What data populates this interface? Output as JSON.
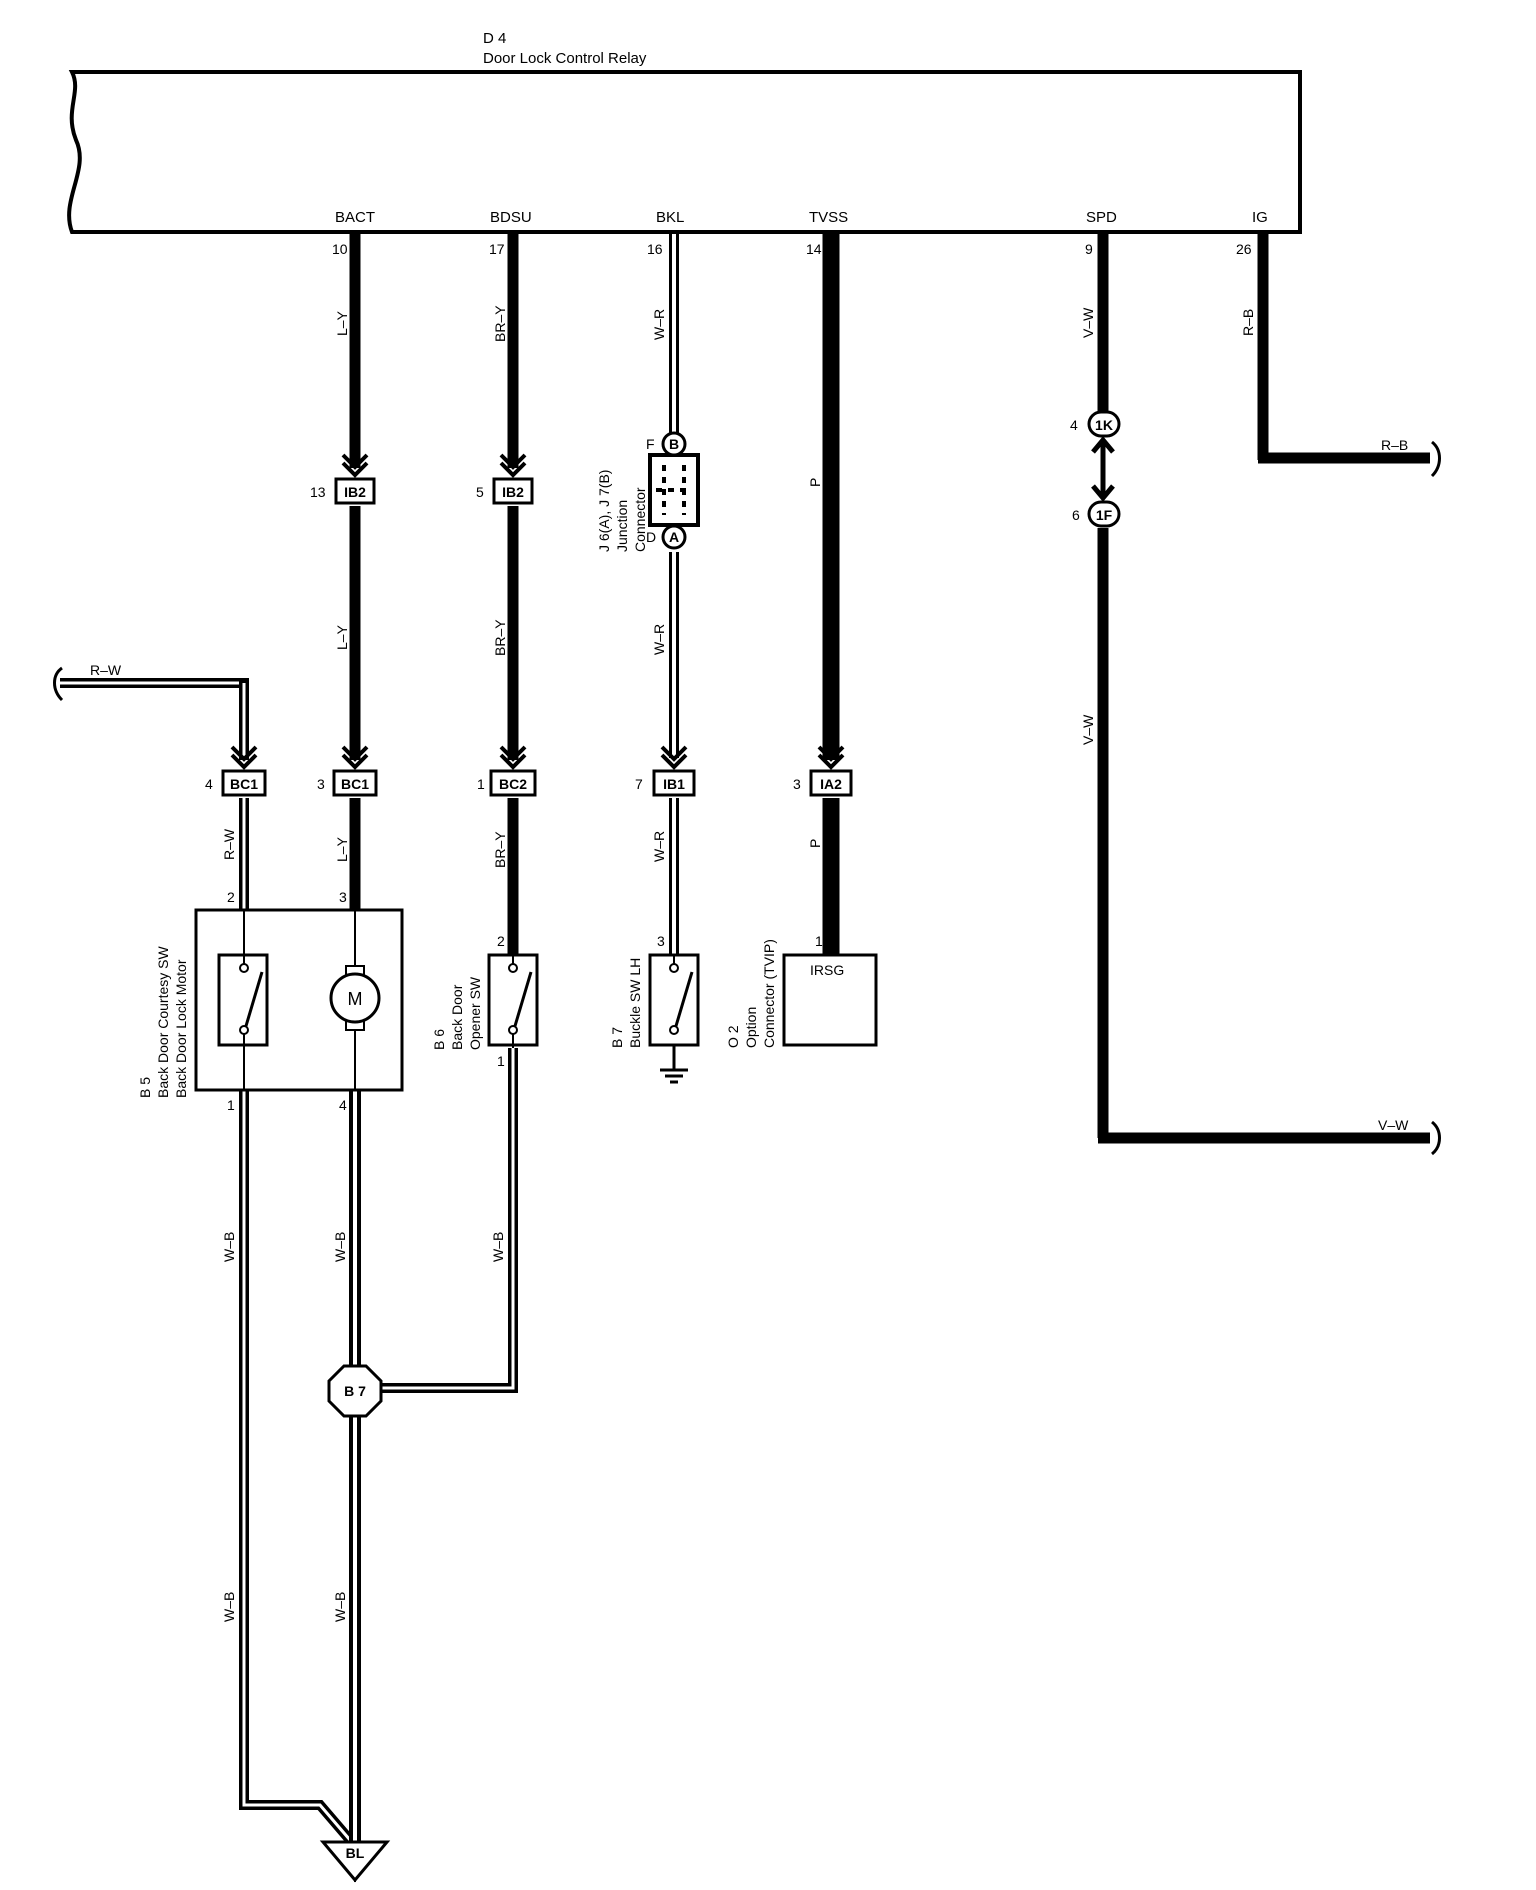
{
  "relay": {
    "code": "D 4",
    "name": "Door Lock Control Relay"
  },
  "terminals": [
    {
      "name": "BACT",
      "pin": "10"
    },
    {
      "name": "BDSU",
      "pin": "17"
    },
    {
      "name": "BKL",
      "pin": "16"
    },
    {
      "name": "TVSS",
      "pin": "14"
    },
    {
      "name": "SPD",
      "pin": "9"
    },
    {
      "name": "IG",
      "pin": "26"
    }
  ],
  "wires": {
    "ly": "L–Y",
    "bry": "BR–Y",
    "wr": "W–R",
    "p": "P",
    "vw": "V–W",
    "rb": "R–B",
    "rw": "R–W",
    "wb": "W–B"
  },
  "connectors": {
    "ib2": "IB2",
    "bc1": "BC1",
    "bc2": "BC2",
    "ib1": "IB1",
    "ia2": "IA2",
    "k1": "1K",
    "f1": "1F",
    "b7": "B 7",
    "bl": "BL",
    "jb": "B",
    "ja": "A"
  },
  "pins": {
    "ib2_bact": "13",
    "ib2_bdsu": "5",
    "bc1_rw": "4",
    "bc1_ly": "3",
    "bc2": "1",
    "ib1": "7",
    "ia2": "3",
    "k1": "4",
    "f1": "6",
    "jf": "F",
    "jd": "D",
    "b5_2": "2",
    "b5_3": "3",
    "b5_1": "1",
    "b5_4": "4",
    "b6_2": "2",
    "b6_1": "1",
    "b7_3": "3",
    "o2_1": "1"
  },
  "components": {
    "b5": {
      "code": "B 5",
      "line1": "Back Door Courtesy SW",
      "line2": "Back Door Lock Motor"
    },
    "b6": {
      "code": "B 6",
      "line1": "Back Door",
      "line2": "Opener SW"
    },
    "b7": {
      "code": "B 7",
      "line1": "Buckle SW LH"
    },
    "o2": {
      "code": "O 2",
      "line1": "Option",
      "line2": "Connector (TVIP)",
      "terminal": "IRSG"
    },
    "j": {
      "code": "J 6(A), J 7(B)",
      "line1": "Junction",
      "line2": "Connector"
    },
    "motor": "M"
  }
}
